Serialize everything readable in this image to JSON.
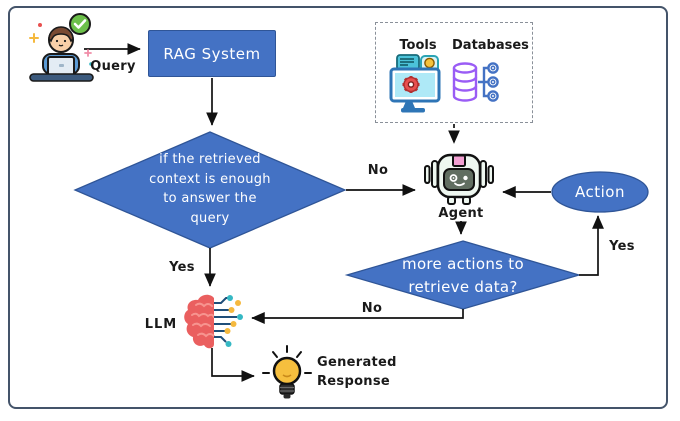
{
  "nodes": {
    "rag": {
      "label": "RAG System"
    },
    "decision1": {
      "label": "if the retrieved\ncontext is enough\nto answer the\nquery"
    },
    "toolbox": {
      "tools": "Tools",
      "databases": "Databases"
    },
    "agent": {
      "label": "Agent"
    },
    "action": {
      "label": "Action"
    },
    "decision2": {
      "label": "more actions to\nretrieve data?"
    },
    "llm": {
      "label": "LLM"
    },
    "response": {
      "label": "Generated\nResponse"
    }
  },
  "edge_labels": {
    "query": "Query",
    "no_context": "No",
    "yes_context": "Yes",
    "yes_more": "Yes",
    "no_more": "No"
  },
  "colors": {
    "shape_blue": "#4472C4",
    "shape_border": "#2F5597",
    "frame_border": "#44546A",
    "line": "#111111",
    "brain_red": "#EA5F5F",
    "circuit_blue": "#1F4E79",
    "dot_yellow": "#F5B93E",
    "dot_teal": "#35B8C4",
    "bulb_yellow": "#F6BF3E",
    "db_purple": "#9A5CF5",
    "monitor_blue": "#2E75B6",
    "gear_red": "#E8504F",
    "badge_green": "#6CC04A",
    "robot_face": "#616E61",
    "robot_pink": "#F2A0D2"
  },
  "icons": {
    "user": "person-at-laptop-icon",
    "verified": "check-badge-icon",
    "tools": "monitor-gear-icon",
    "databases": "database-network-icon",
    "agent": "robot-icon",
    "llm": "brain-circuit-icon",
    "response": "lightbulb-icon"
  }
}
